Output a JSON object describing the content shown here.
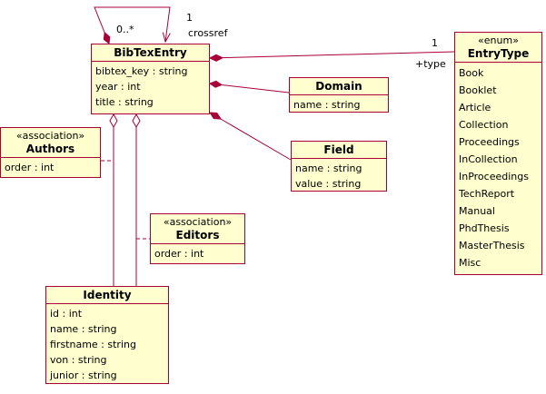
{
  "classes": {
    "bibtex_entry": {
      "title": "BibTexEntry",
      "attributes": [
        "bibtex_key : string",
        "year : int",
        "title : string"
      ]
    },
    "entry_type": {
      "stereotype": "«enum»",
      "title": "EntryType",
      "values": [
        "Book",
        "Booklet",
        "Article",
        "Collection",
        "Proceedings",
        "InCollection",
        "InProceedings",
        "TechReport",
        "Manual",
        "PhdThesis",
        "MasterThesis",
        "Misc"
      ]
    },
    "domain": {
      "title": "Domain",
      "attributes": [
        "name : string"
      ]
    },
    "field": {
      "title": "Field",
      "attributes": [
        "name : string",
        "value : string"
      ]
    },
    "authors": {
      "stereotype": "«association»",
      "title": "Authors",
      "attributes": [
        "order : int"
      ]
    },
    "editors": {
      "stereotype": "«association»",
      "title": "Editors",
      "attributes": [
        "order : int"
      ]
    },
    "identity": {
      "title": "Identity",
      "attributes": [
        "id : int",
        "name : string",
        "firstname : string",
        "von : string",
        "junior : string"
      ]
    }
  },
  "edge_labels": {
    "crossref_source_multiplicity": "0..*",
    "crossref_target_multiplicity": "1",
    "crossref_role": "crossref",
    "type_multiplicity": "1",
    "type_role": "+type"
  },
  "colors": {
    "box_fill": "#fefece",
    "line": "#a80036",
    "text": "#000000"
  }
}
